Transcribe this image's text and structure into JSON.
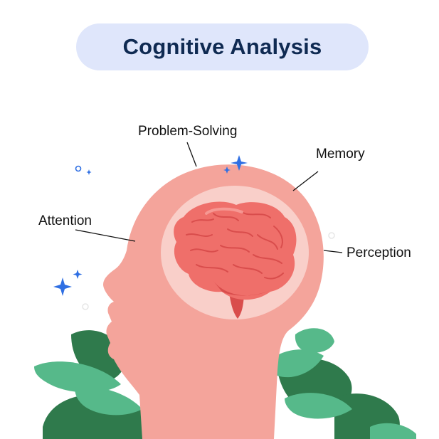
{
  "title": "Cognitive Analysis",
  "labels": {
    "problem_solving": "Problem-Solving",
    "memory": "Memory",
    "attention": "Attention",
    "perception": "Perception"
  },
  "colors": {
    "title_background": "#dfe6fb",
    "title_text": "#0f2a52",
    "head": "#f4a49b",
    "head_inner_circle": "#f9cfc9",
    "brain": "#ef6f6a",
    "brain_dark": "#d94d4c",
    "leaf_light": "#56b98a",
    "leaf_dark": "#2f7a4c",
    "sparkle": "#2f6fe3"
  },
  "icons": [
    "sparkle-icon",
    "brain-icon",
    "head-silhouette-icon",
    "leaf-icon"
  ]
}
